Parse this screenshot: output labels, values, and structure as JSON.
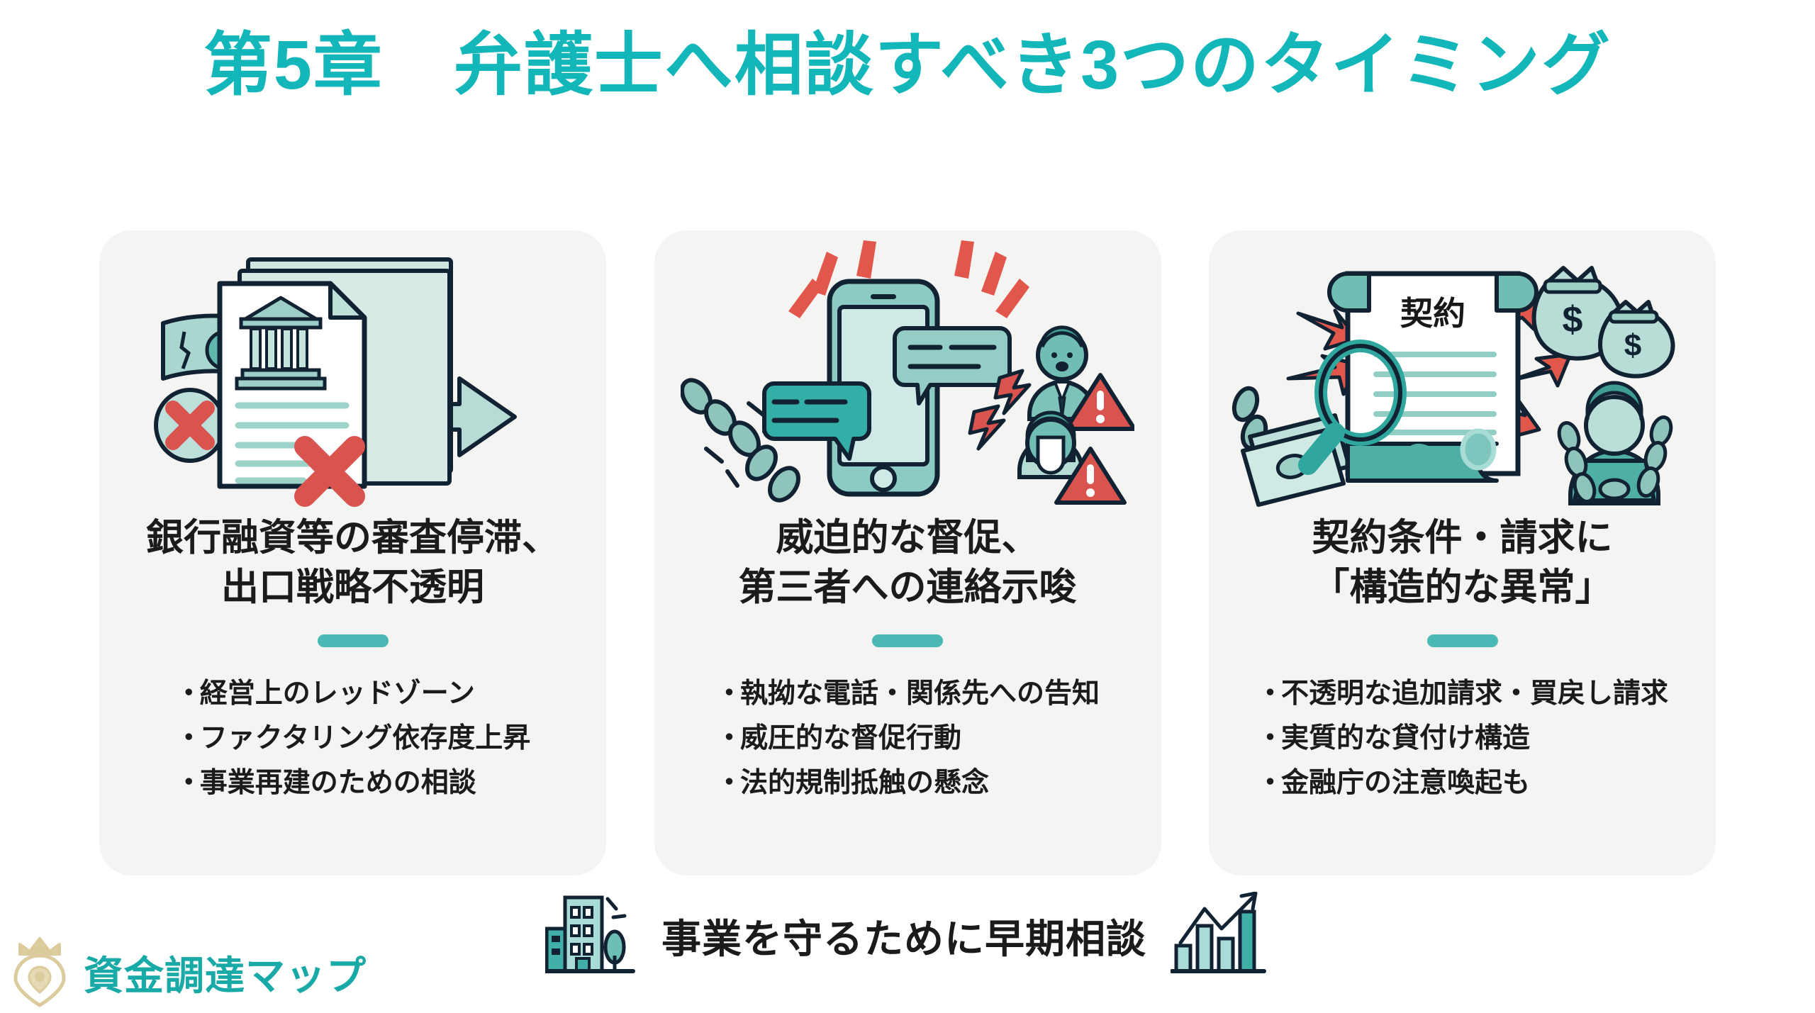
{
  "slide": {
    "title": "第5章　弁護士へ相談すべき3つのタイミング",
    "background_color": "#ffffff",
    "accent_color": "#13B6B9",
    "card_background": "#F4F4F2",
    "divider_color": "#4BB8B5",
    "text_color": "#1b1b1b",
    "alert_red": "#D9534F",
    "logo_gold": "#D9C89A"
  },
  "cards": [
    {
      "id": "card-1",
      "illustration_name": "stalled-bank-loan-documents-illustration",
      "illustration_elements": [
        "banknote",
        "red-x-circle-icon",
        "stacked-documents",
        "bank-building-icon",
        "red-x-mark",
        "teal-right-arrow"
      ],
      "heading": "銀行融資等の審査停滞、\n出口戦略不透明",
      "bullets": [
        "経営上のレッドゾーン",
        "ファクタリング依存度上昇",
        "事業再建のための相談"
      ]
    },
    {
      "id": "card-2",
      "illustration_name": "aggressive-collection-calls-illustration",
      "illustration_elements": [
        "broken-chain-icon",
        "smartphone-icon",
        "chat-bubble-left",
        "chat-bubble-right",
        "red-burst-lines",
        "worried-man-avatar",
        "worried-woman-avatar",
        "warning-triangle-icon",
        "lightning-bolt-icon"
      ],
      "heading": "威迫的な督促、\n第三者への連絡示唆",
      "bullets": [
        "執拗な電話・関係先への告知",
        "威圧的な督促行動",
        "法的規制抵触の懸念"
      ]
    },
    {
      "id": "card-3",
      "illustration_name": "contract-structural-anomaly-illustration",
      "illustration_elements": [
        "banknotes",
        "chain-icon",
        "contract-scroll",
        "magnifier-icon",
        "money-bag-icon",
        "red-arrow",
        "chained-person-avatar"
      ],
      "contract_label": "契約",
      "money_bag_symbol": "$",
      "heading": "契約条件・請求に\n「構造的な異常」",
      "bullets": [
        "不透明な追加請求・買戻し請求",
        "実質的な貸付け構造",
        "金融庁の注意喚起も"
      ]
    }
  ],
  "footer": {
    "icon_left_name": "office-building-icon",
    "text": "事業を守るために早期相談",
    "icon_right_name": "growth-bar-chart-icon"
  },
  "logo": {
    "icon_name": "crown-map-pin-logo-icon",
    "text": "資金調達マップ"
  }
}
